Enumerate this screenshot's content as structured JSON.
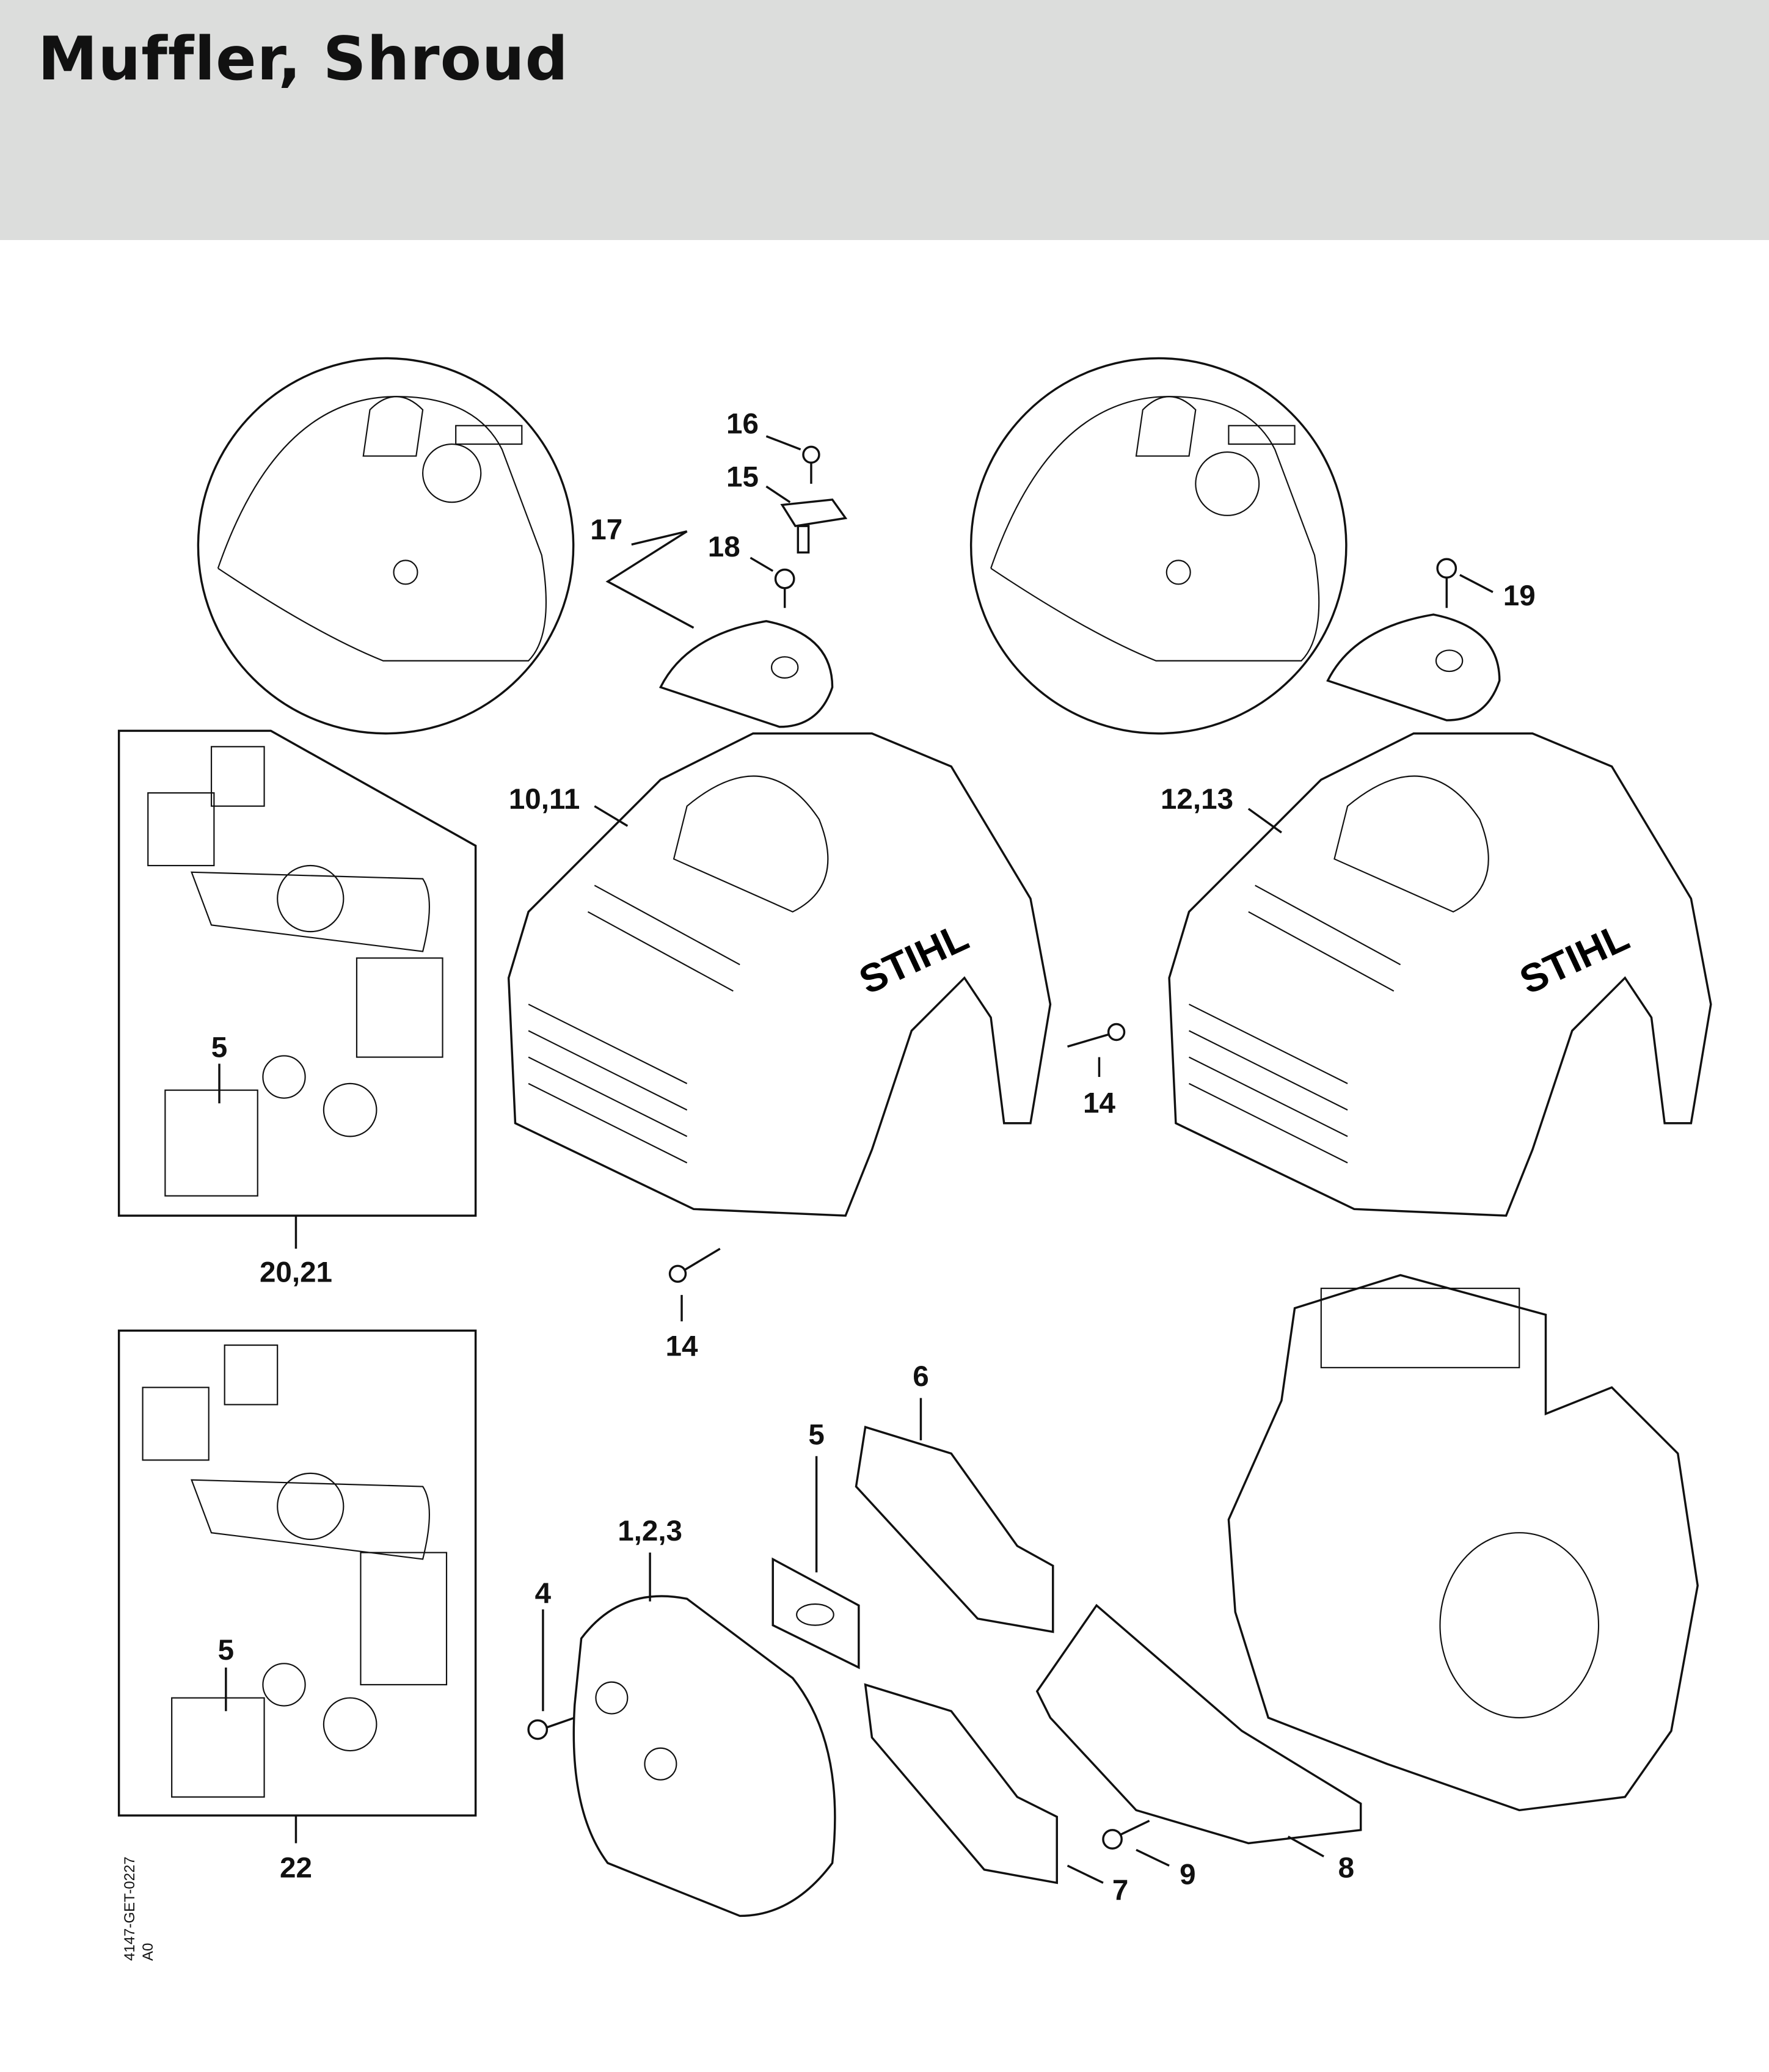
{
  "header": {
    "title": "Muffler, Shroud"
  },
  "document_id": {
    "code": "4147-GET-0227",
    "revision": "A0"
  },
  "callouts": [
    "16",
    "15",
    "17",
    "18",
    "19",
    "10,11",
    "12,13",
    "14",
    "5",
    "20,21",
    "14",
    "6",
    "5",
    "1,2,3",
    "4",
    "5",
    "22",
    "7",
    "9",
    "8"
  ],
  "logo_text": "STIHL"
}
